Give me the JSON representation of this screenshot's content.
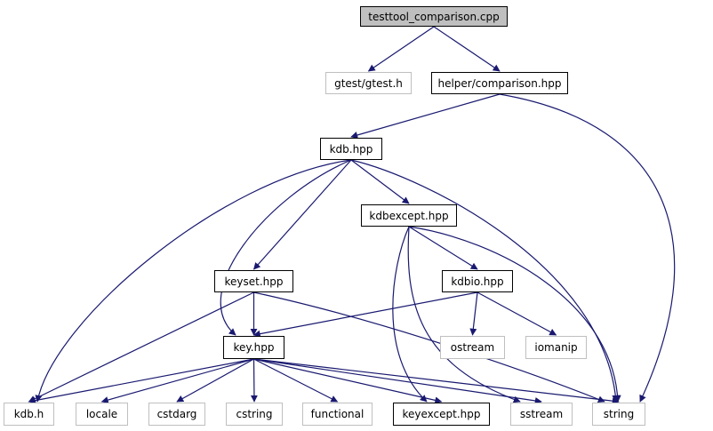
{
  "graph": {
    "nodes": {
      "testtool_comparison": {
        "label": "testtool_comparison.cpp",
        "kind": "root"
      },
      "gtest_h": {
        "label": "gtest/gtest.h",
        "kind": "external"
      },
      "helper_comparison": {
        "label": "helper/comparison.hpp",
        "kind": "local"
      },
      "kdb_hpp": {
        "label": "kdb.hpp",
        "kind": "local"
      },
      "kdbexcept_hpp": {
        "label": "kdbexcept.hpp",
        "kind": "local"
      },
      "keyset_hpp": {
        "label": "keyset.hpp",
        "kind": "local"
      },
      "kdbio_hpp": {
        "label": "kdbio.hpp",
        "kind": "local"
      },
      "key_hpp": {
        "label": "key.hpp",
        "kind": "local"
      },
      "ostream": {
        "label": "ostream",
        "kind": "external"
      },
      "iomanip": {
        "label": "iomanip",
        "kind": "external"
      },
      "kdb_h": {
        "label": "kdb.h",
        "kind": "external"
      },
      "locale": {
        "label": "locale",
        "kind": "external"
      },
      "cstdarg": {
        "label": "cstdarg",
        "kind": "external"
      },
      "cstring": {
        "label": "cstring",
        "kind": "external"
      },
      "functional": {
        "label": "functional",
        "kind": "external"
      },
      "keyexcept_hpp": {
        "label": "keyexcept.hpp",
        "kind": "local"
      },
      "sstream": {
        "label": "sstream",
        "kind": "external"
      },
      "string": {
        "label": "string",
        "kind": "external"
      }
    },
    "edges": [
      {
        "from": "testtool_comparison",
        "to": "gtest_h"
      },
      {
        "from": "testtool_comparison",
        "to": "helper_comparison"
      },
      {
        "from": "helper_comparison",
        "to": "kdb_hpp"
      },
      {
        "from": "helper_comparison",
        "to": "string"
      },
      {
        "from": "kdb_hpp",
        "to": "kdbexcept_hpp"
      },
      {
        "from": "kdb_hpp",
        "to": "keyset_hpp"
      },
      {
        "from": "kdb_hpp",
        "to": "key_hpp"
      },
      {
        "from": "kdb_hpp",
        "to": "kdb_h"
      },
      {
        "from": "kdb_hpp",
        "to": "string"
      },
      {
        "from": "kdbexcept_hpp",
        "to": "kdbio_hpp"
      },
      {
        "from": "kdbexcept_hpp",
        "to": "keyexcept_hpp"
      },
      {
        "from": "kdbexcept_hpp",
        "to": "sstream"
      },
      {
        "from": "kdbexcept_hpp",
        "to": "string"
      },
      {
        "from": "keyset_hpp",
        "to": "key_hpp"
      },
      {
        "from": "keyset_hpp",
        "to": "kdb_h"
      },
      {
        "from": "keyset_hpp",
        "to": "string"
      },
      {
        "from": "kdbio_hpp",
        "to": "key_hpp"
      },
      {
        "from": "kdbio_hpp",
        "to": "ostream"
      },
      {
        "from": "kdbio_hpp",
        "to": "iomanip"
      },
      {
        "from": "key_hpp",
        "to": "kdb_h"
      },
      {
        "from": "key_hpp",
        "to": "locale"
      },
      {
        "from": "key_hpp",
        "to": "cstdarg"
      },
      {
        "from": "key_hpp",
        "to": "cstring"
      },
      {
        "from": "key_hpp",
        "to": "functional"
      },
      {
        "from": "key_hpp",
        "to": "keyexcept_hpp"
      },
      {
        "from": "key_hpp",
        "to": "sstream"
      },
      {
        "from": "key_hpp",
        "to": "string"
      }
    ],
    "colors": {
      "edge": "#191970",
      "local_border": "#000000",
      "external_border": "#bfbfbf",
      "root_fill": "#bfbfbf"
    }
  }
}
